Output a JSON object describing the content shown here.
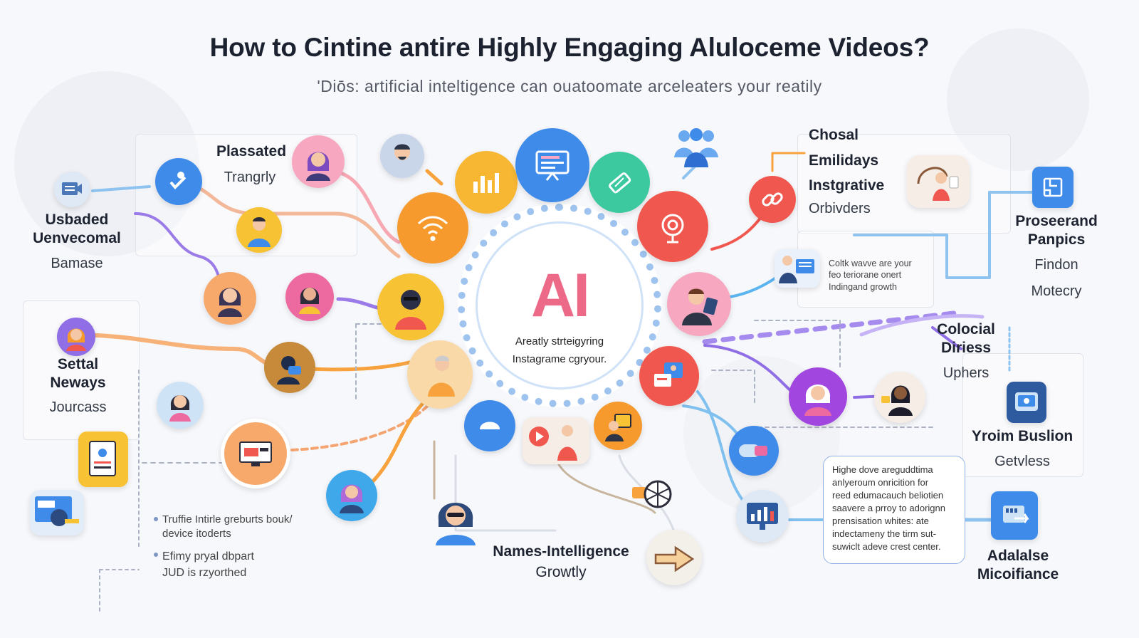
{
  "title": "How to Cintine antire Highly Engaging Aluloceme Videos?",
  "subtitle": "'Diōs: artificial inteltigence can ouatoomate arceleaters your reatily",
  "center": {
    "label": "AI",
    "caption_line1": "Areatly strteigyring",
    "caption_line2": "Instagrame cgryour."
  },
  "left": {
    "group1": [
      "Usbaded",
      "Uenvecomal"
    ],
    "group1_sub": "Bamase",
    "group2_title": "Plassated",
    "group2_sub": "Trangrly",
    "group3": [
      "Settal",
      "Neways"
    ],
    "group3_sub": "Jourcass"
  },
  "right": {
    "list": [
      "Chosal",
      "Emilidays",
      "Instgrative"
    ],
    "list_sub": "Orbivders",
    "group_a": [
      "Proseerand",
      "Panpics"
    ],
    "group_a_sub1": "Findon",
    "group_a_sub2": "Motecry",
    "group_b": [
      "Colocial",
      "Diriess"
    ],
    "group_b_sub": "Uphers",
    "group_c": "Yroim Buslion",
    "group_c_sub": "Getvless",
    "group_d": [
      "Adalalse",
      "Micoifiance"
    ]
  },
  "small_text": {
    "right_note": [
      "Coltk wavve are your",
      "feo teriorane onert",
      "Indingand growth"
    ],
    "bullet1": [
      "Truffie Intirle greburts bouk/",
      "device itoderts"
    ],
    "bullet2": [
      "Efimy pryal dbpart",
      "JUD is rzyorthed"
    ]
  },
  "bottom_label": [
    "Names-Intelligence",
    "Growtly"
  ],
  "note_box": [
    "Highe dove areguddtima",
    "anlyeroum onricition for",
    "reed edumacauch beliotien",
    "saavere a prroy to adorignn",
    "prensisation whites: ate",
    "indectameny the tirm sut-",
    "suwiclt adeve crest center."
  ],
  "icons": [
    "document-icon",
    "check-person-icon",
    "woman-avatar-icon",
    "man-avatar-icon",
    "growth-chart-icon",
    "presentation-icon",
    "ticket-icon",
    "team-icon",
    "link-icon",
    "map-icon",
    "wifi-icon",
    "target-icon",
    "avatar-icon",
    "puzzle-icon",
    "camera-icon",
    "video-play-icon",
    "arrow-sign-icon",
    "analytics-monitor-icon",
    "calculator-icon",
    "pie-chart-icon",
    "browser-icon"
  ],
  "colors": {
    "accent_blue": "#3f8bea",
    "accent_orange": "#f7a23c",
    "accent_purple": "#8f6ee6",
    "accent_red": "#f0574e",
    "accent_teal": "#3cc9a0",
    "ai_pink": "#ec6a88"
  }
}
